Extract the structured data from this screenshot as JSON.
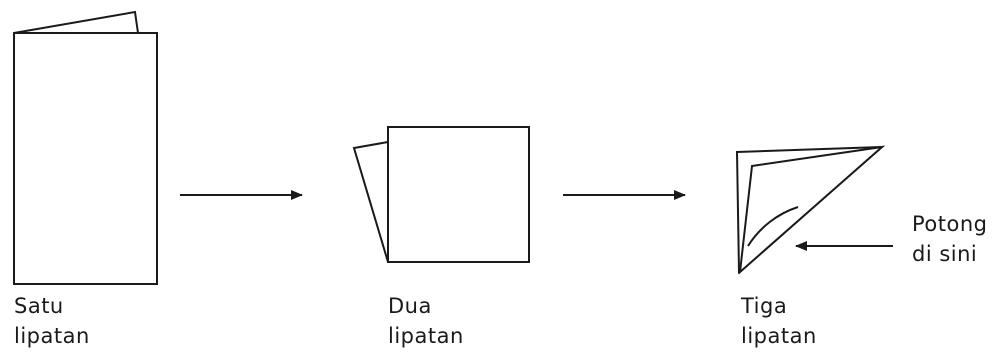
{
  "steps": [
    {
      "line1": "Satu",
      "line2": "lipatan"
    },
    {
      "line1": "Dua",
      "line2": "lipatan"
    },
    {
      "line1": "Tiga",
      "line2": "lipatan"
    }
  ],
  "cut_label": {
    "line1": "Potong",
    "line2": "di sini"
  },
  "colors": {
    "stroke": "#1a1a1a",
    "background": "#ffffff"
  }
}
